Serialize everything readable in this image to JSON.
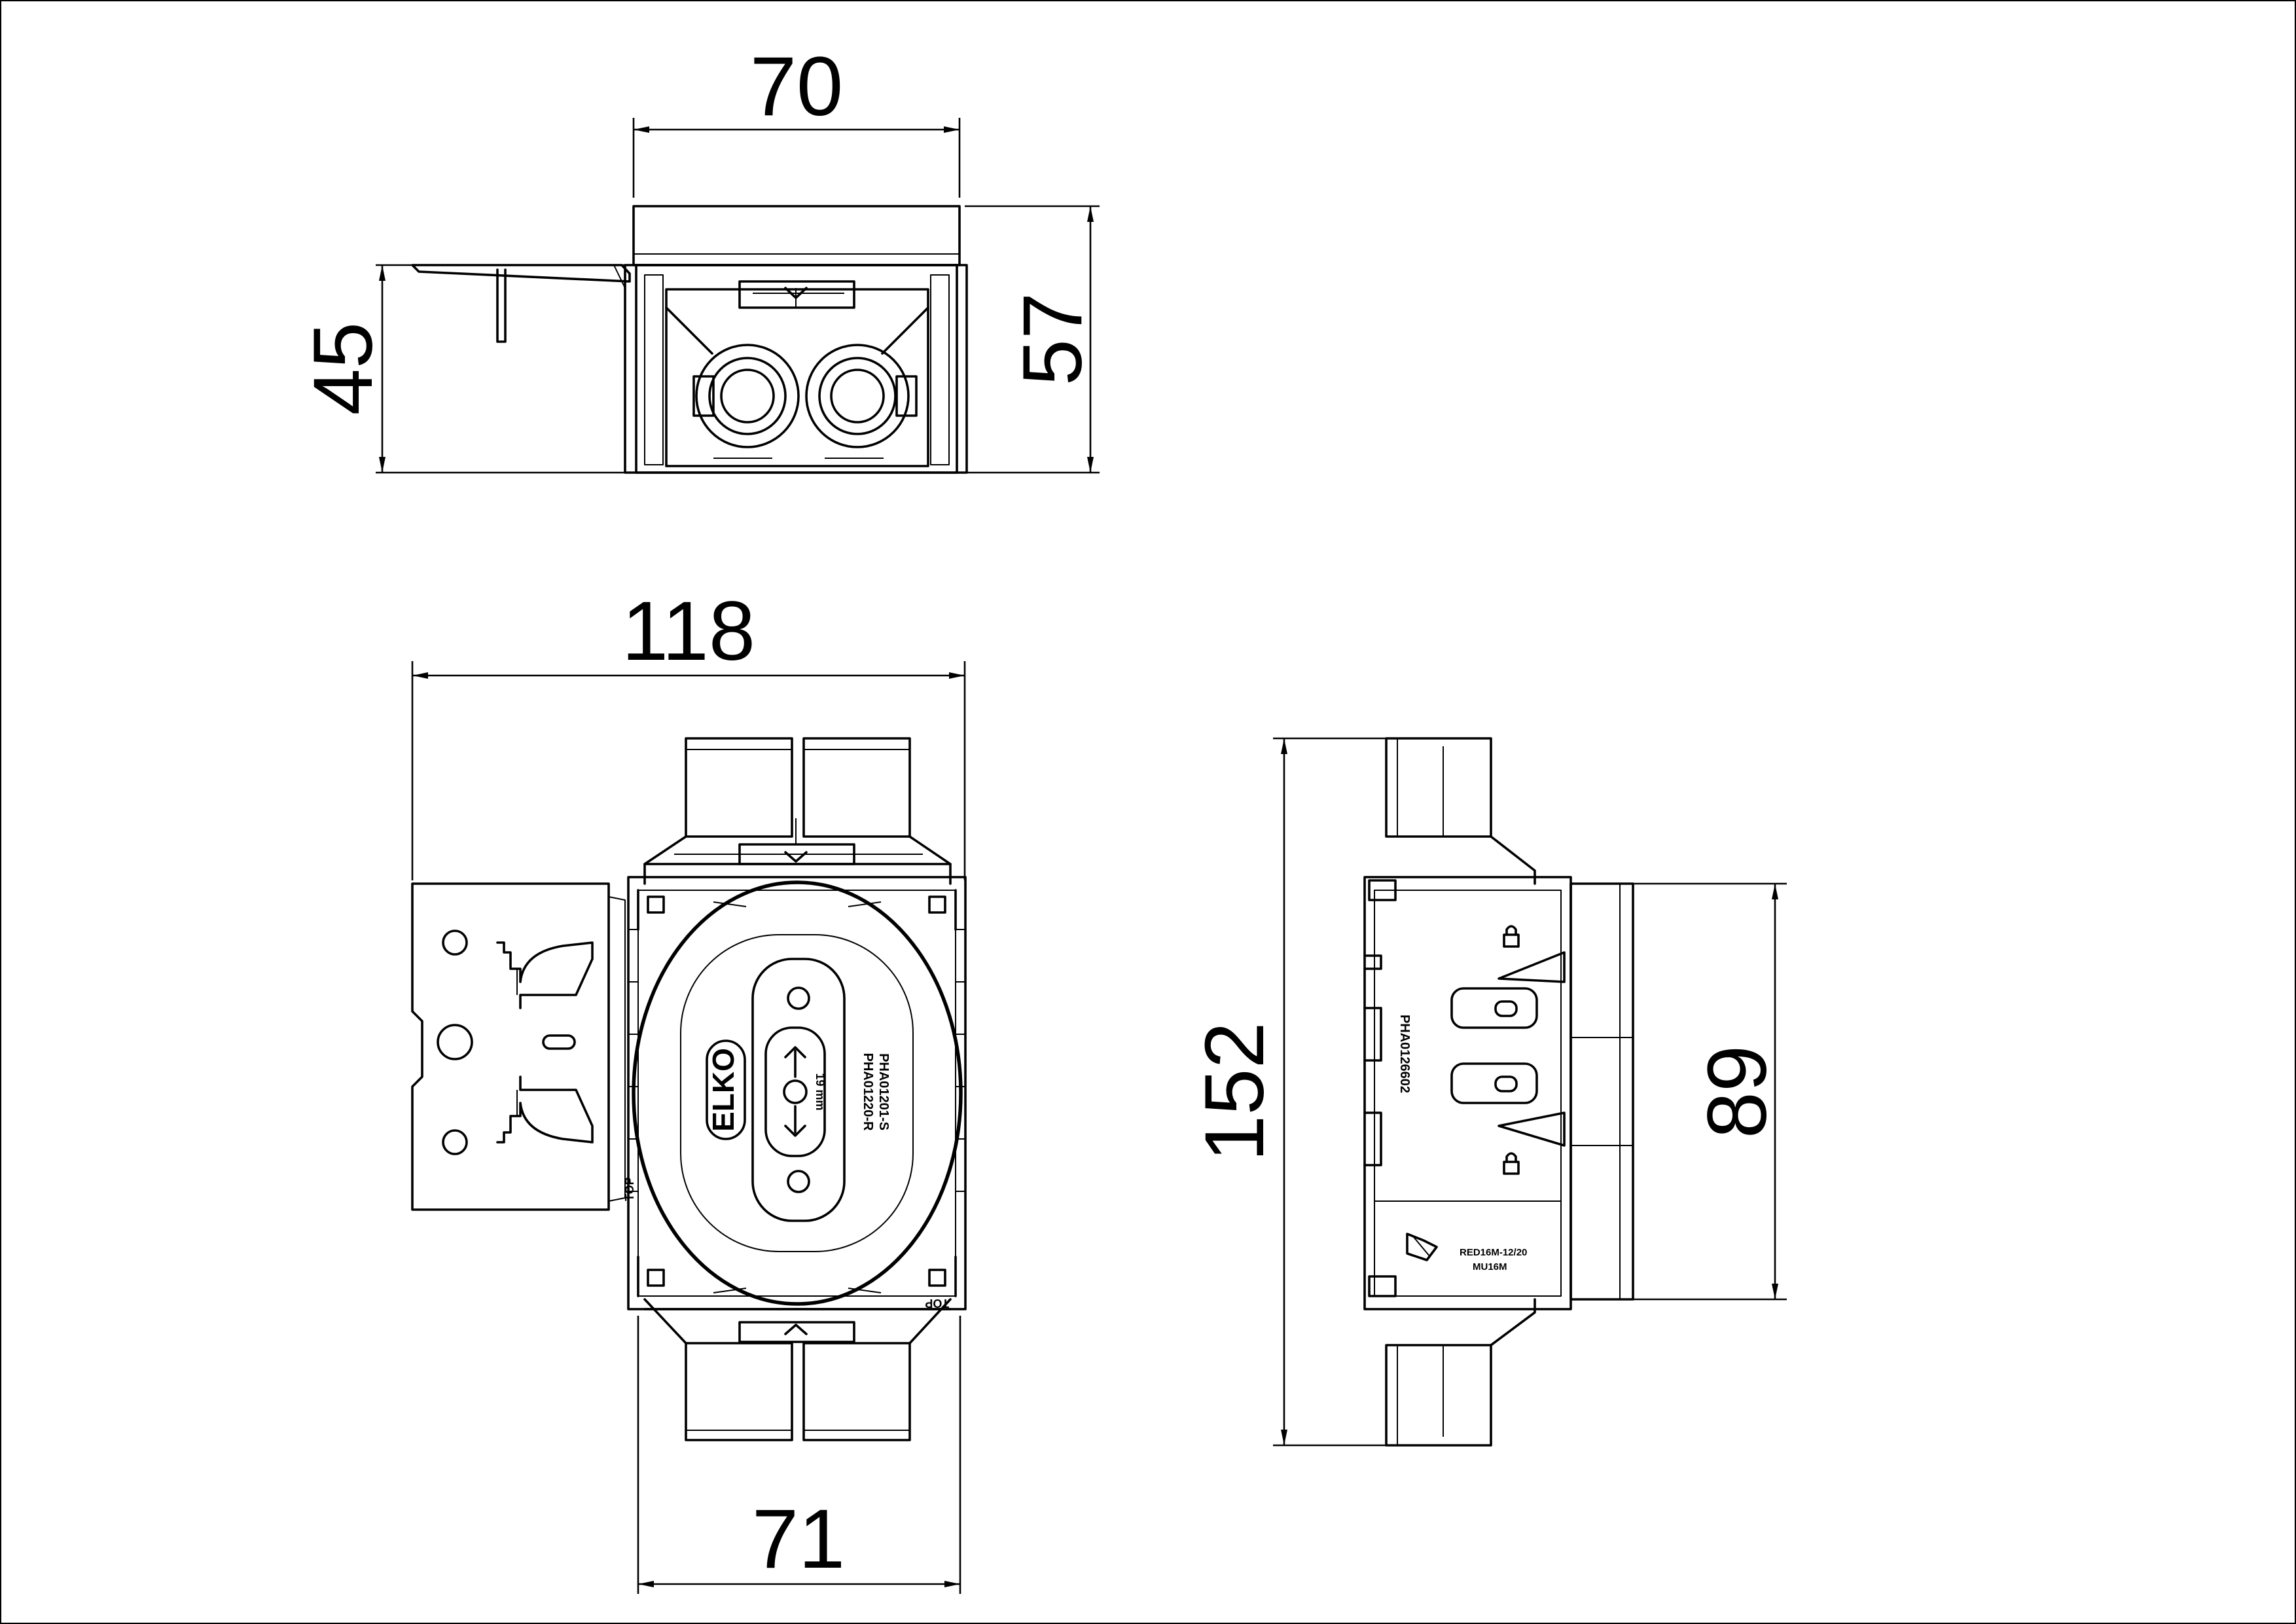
{
  "dimensions": {
    "top_width": "70",
    "top_left_height": "45",
    "top_right_height": "57",
    "front_width": "118",
    "front_bottom_width": "71",
    "side_height": "152",
    "side_depth": "89"
  },
  "markings": {
    "brand": "ELKO",
    "gauge": "19 mm",
    "part_a": "PHA01220-R",
    "part_b": "PHA01201-S",
    "top_mark": "TOP",
    "side_part": "PHA0126602",
    "side_label_1": "RED16M-12/20",
    "side_label_2": "MU16M"
  }
}
